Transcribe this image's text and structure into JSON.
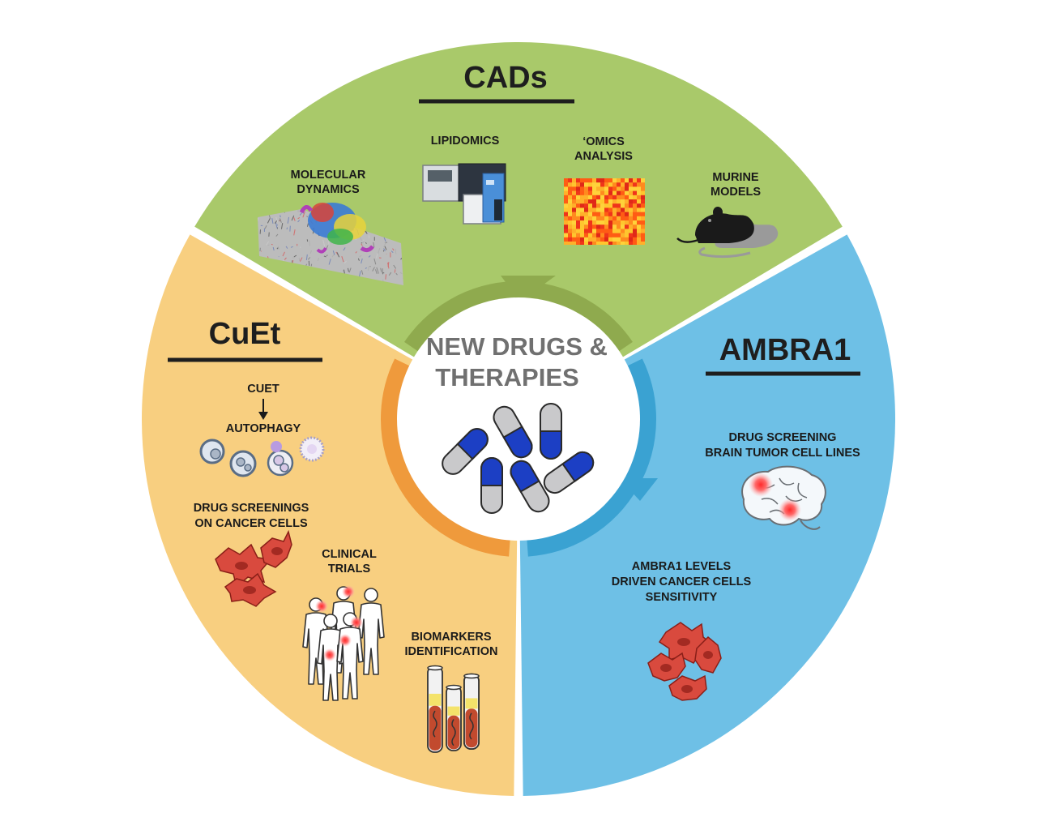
{
  "colors": {
    "cads": "#a9c96a",
    "cuet": "#f8cf80",
    "ambra1": "#6ec0e6",
    "cads_ring": "#8faa4e",
    "cuet_ring": "#ef9a3c",
    "ambra1_ring": "#3aa2d2",
    "center_text": "#707070",
    "capsule_blue": "#1c3fc4",
    "capsule_grey": "#c9c9cb"
  },
  "center": {
    "line1": "NEW DRUGS &",
    "line2": "THERAPIES"
  },
  "cads": {
    "title": "CADs",
    "molecular_dynamics": [
      "MOLECULAR",
      "DYNAMICS"
    ],
    "lipidomics": "LIPIDOMICS",
    "omics_analysis": [
      "‘OMICS",
      "ANALYSIS"
    ],
    "murine_models": [
      "MURINE",
      "MODELS"
    ]
  },
  "cuet": {
    "title": "CuEt",
    "cuet_label": "CUET",
    "autophagy": "AUTOPHAGY",
    "drug_screenings": [
      "DRUG SCREENINGS",
      "ON CANCER CELLS"
    ],
    "clinical_trials": [
      "CLINICAL",
      "TRIALS"
    ],
    "biomarkers": [
      "BIOMARKERS",
      "IDENTIFICATION"
    ]
  },
  "ambra1": {
    "title": "AMBRA1",
    "drug_screening": [
      "DRUG SCREENING",
      "BRAIN TUMOR CELL LINES"
    ],
    "levels": [
      "AMBRA1 LEVELS",
      "DRIVEN CANCER CELLS",
      "SENSITIVITY"
    ]
  }
}
